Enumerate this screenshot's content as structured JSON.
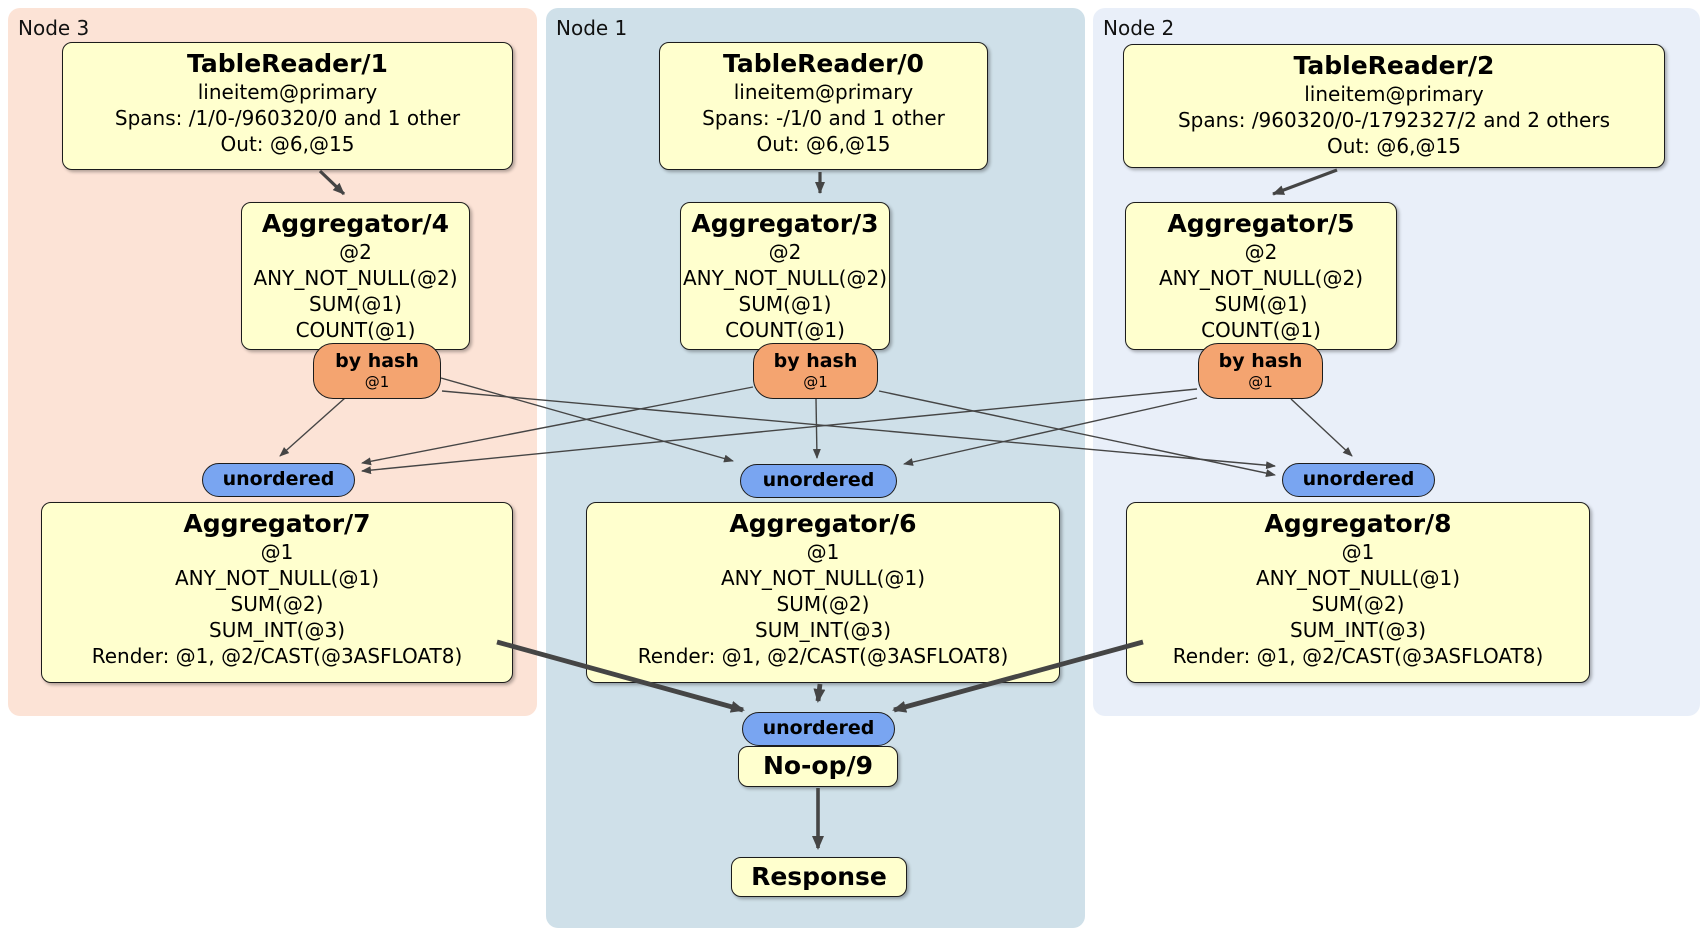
{
  "regions": [
    {
      "label": "Node 3"
    },
    {
      "label": "Node 1"
    },
    {
      "label": "Node 2"
    }
  ],
  "nodes": {
    "tr1": {
      "title": "TableReader/1",
      "lines": [
        "lineitem@primary",
        "Spans: /1/0-/960320/0 and 1 other",
        "Out: @6,@15"
      ]
    },
    "tr0": {
      "title": "TableReader/0",
      "lines": [
        "lineitem@primary",
        "Spans: -/1/0 and 1 other",
        "Out: @6,@15"
      ]
    },
    "tr2": {
      "title": "TableReader/2",
      "lines": [
        "lineitem@primary",
        "Spans: /960320/0-/1792327/2 and 2 others",
        "Out: @6,@15"
      ]
    },
    "agg4": {
      "title": "Aggregator/4",
      "lines": [
        "@2",
        "ANY_NOT_NULL(@2)",
        "SUM(@1)",
        "COUNT(@1)"
      ]
    },
    "agg3": {
      "title": "Aggregator/3",
      "lines": [
        "@2",
        "ANY_NOT_NULL(@2)",
        "SUM(@1)",
        "COUNT(@1)"
      ]
    },
    "agg5": {
      "title": "Aggregator/5",
      "lines": [
        "@2",
        "ANY_NOT_NULL(@2)",
        "SUM(@1)",
        "COUNT(@1)"
      ]
    },
    "agg7": {
      "title": "Aggregator/7",
      "lines": [
        "@1",
        "ANY_NOT_NULL(@1)",
        "SUM(@2)",
        "SUM_INT(@3)",
        "Render: @1, @2/CAST(@3ASFLOAT8)"
      ]
    },
    "agg6": {
      "title": "Aggregator/6",
      "lines": [
        "@1",
        "ANY_NOT_NULL(@1)",
        "SUM(@2)",
        "SUM_INT(@3)",
        "Render: @1, @2/CAST(@3ASFLOAT8)"
      ]
    },
    "agg8": {
      "title": "Aggregator/8",
      "lines": [
        "@1",
        "ANY_NOT_NULL(@1)",
        "SUM(@2)",
        "SUM_INT(@3)",
        "Render: @1, @2/CAST(@3ASFLOAT8)"
      ]
    },
    "noop": {
      "title": "No-op/9"
    },
    "response": {
      "title": "Response"
    }
  },
  "routers": {
    "hash": {
      "label": "by hash",
      "detail": "@1"
    },
    "unordered": {
      "label": "unordered"
    }
  },
  "colors": {
    "node3-bg": "#FCE3D6",
    "node1-bg": "#CFE0E9",
    "node2-bg": "#E9EFF9",
    "box-fill": "#FFFFCE",
    "box-border": "#1C1C1C",
    "hash-fill": "#F4A470",
    "unordered-fill": "#79A5F1",
    "edge": "#454545"
  }
}
